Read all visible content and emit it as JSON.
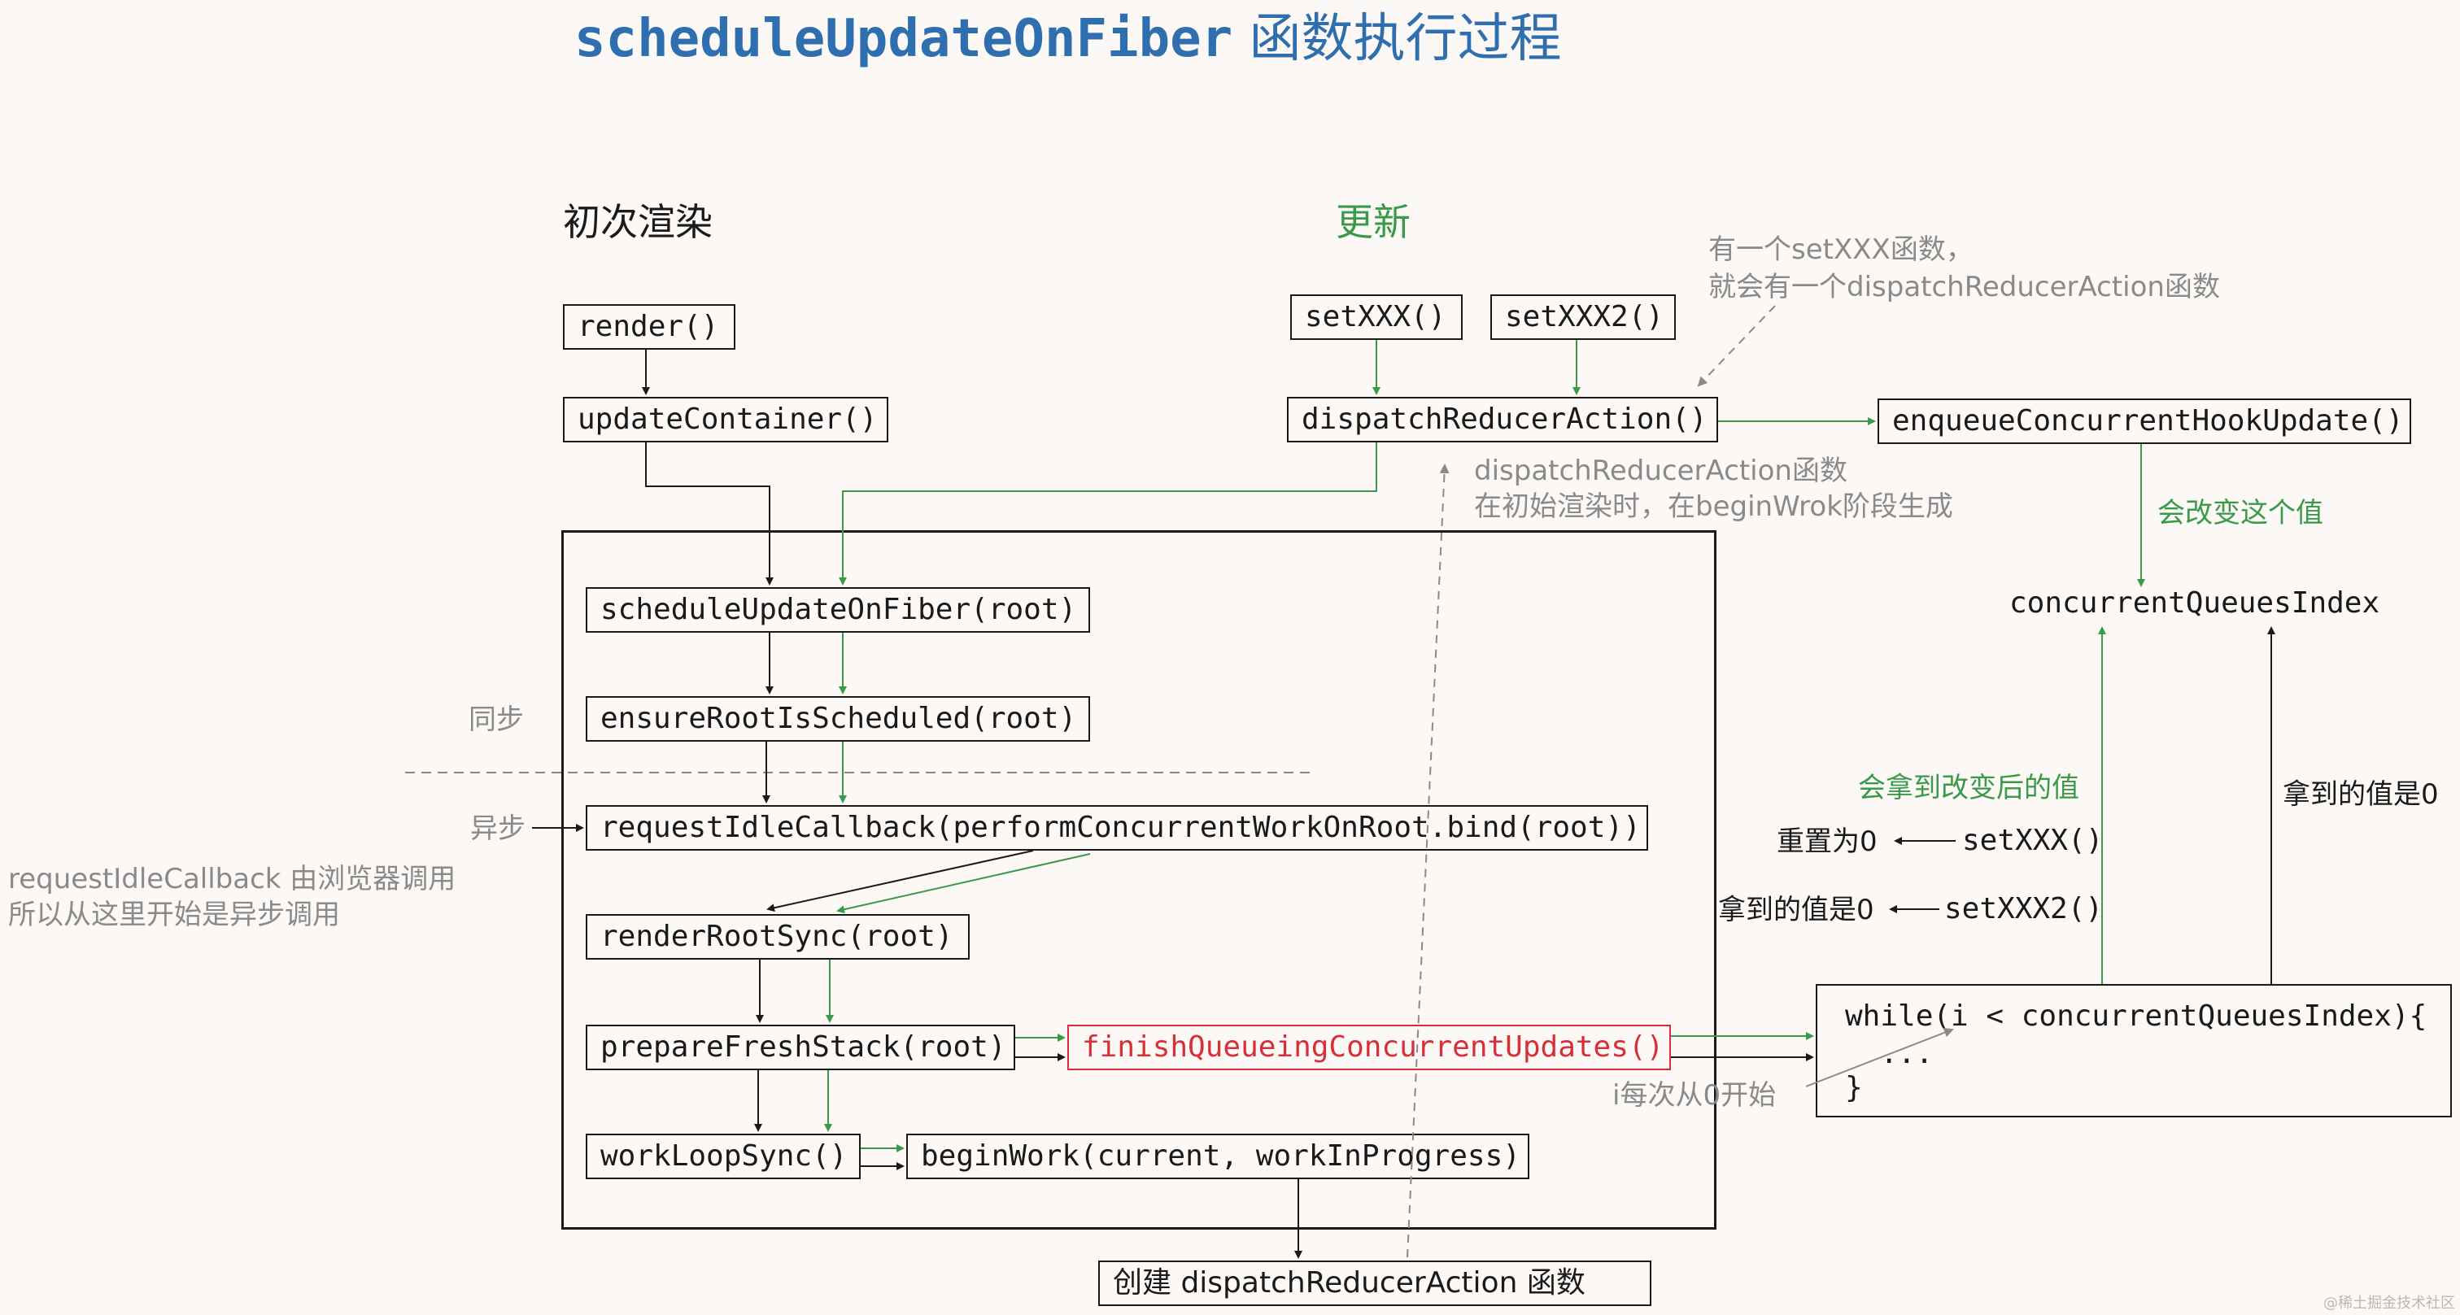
{
  "title": {
    "code": "scheduleUpdateOnFiber",
    "text": " 函数执行过程"
  },
  "sections": {
    "initial_render": "初次渲染",
    "update": "更新"
  },
  "labels": {
    "sync": "同步",
    "async": "异步",
    "will_change": "会改变这个值",
    "get_changed": "会拿到改变后的值",
    "got_zero_right": "拿到的值是0",
    "reset_zero": "重置为0",
    "got_zero_left": "拿到的值是0",
    "i_from_zero": "i每次从0开始"
  },
  "notes": {
    "setxxx_line1": "有一个setXXX函数，",
    "setxxx_line2": "就会有一个dispatchReducerAction函数",
    "dispatch_line1": "dispatchReducerAction函数",
    "dispatch_line2": "在初始渲染时，在beginWrok阶段生成",
    "ric_line1": "requestIdleCallback 由浏览器调用",
    "ric_line2": "所以从这里开始是异步调用"
  },
  "boxes": {
    "render": "render()",
    "update_container": "updateContainer()",
    "set_xxx": "setXXX()",
    "set_xxx2": "setXXX2()",
    "dispatch_reducer_action": "dispatchReducerAction()",
    "enqueue": "enqueueConcurrentHookUpdate()",
    "schedule_update": "scheduleUpdateOnFiber(root)",
    "ensure_root": "ensureRootIsScheduled(root)",
    "request_idle": "requestIdleCallback(performConcurrentWorkOnRoot.bind(root))",
    "render_root_sync": "renderRootSync(root)",
    "prepare_fresh": "prepareFreshStack(root)",
    "finish_queueing": "finishQueueingConcurrentUpdates()",
    "work_loop": "workLoopSync()",
    "begin_work": "beginWork(current, workInProgress)",
    "create_dispatch": "创建 dispatchReducerAction 函数"
  },
  "concurrent_index": "concurrentQueuesIndex",
  "side_calls": {
    "set_xxx": "setXXX()",
    "set_xxx2": "setXXX2()"
  },
  "while_block": {
    "line1": "while(i < concurrentQueuesIndex){",
    "line2": "  ...",
    "line3": "}"
  },
  "watermark": "@稀土掘金技术社区",
  "colors": {
    "title": "#2f6fb0",
    "green": "#3a9a4a",
    "red": "#d6303a",
    "note_gray": "#8a8a8a",
    "line_black": "#1a1a1a"
  }
}
